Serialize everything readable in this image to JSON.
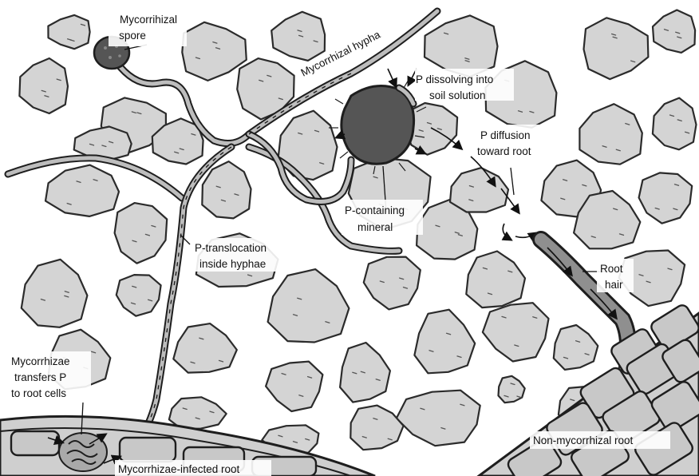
{
  "labels": {
    "mycorrhizal_spore_line1": "Mycorrihizal",
    "mycorrhizal_spore_line2": "spore",
    "mycorrhizal_hypha": "Mycorrhizal hypha",
    "p_dissolving_line1": "P dissolving into",
    "p_dissolving_line2": "soil solution",
    "p_diffusion_line1": "P diffusion",
    "p_diffusion_line2": "toward root",
    "p_containing_line1": "P-containing",
    "p_containing_line2": "mineral",
    "p_translocation_line1": "P-translocation",
    "p_translocation_line2": "inside hyphae",
    "root_hair_line1": "Root",
    "root_hair_line2": "hair",
    "mycorrhizae_transfers_line1": "Mycorrhizae",
    "mycorrhizae_transfers_line2": "transfers P",
    "mycorrhizae_transfers_line3": "to root cells",
    "non_mycorrhizal_root": "Non-mycorrhizal root",
    "mycorrhizae_infected_root": "Mycorrhizae-infected root"
  },
  "colors": {
    "soil_particle": "#d4d4d4",
    "mineral": "#555555",
    "outline": "#1e1e1e"
  }
}
